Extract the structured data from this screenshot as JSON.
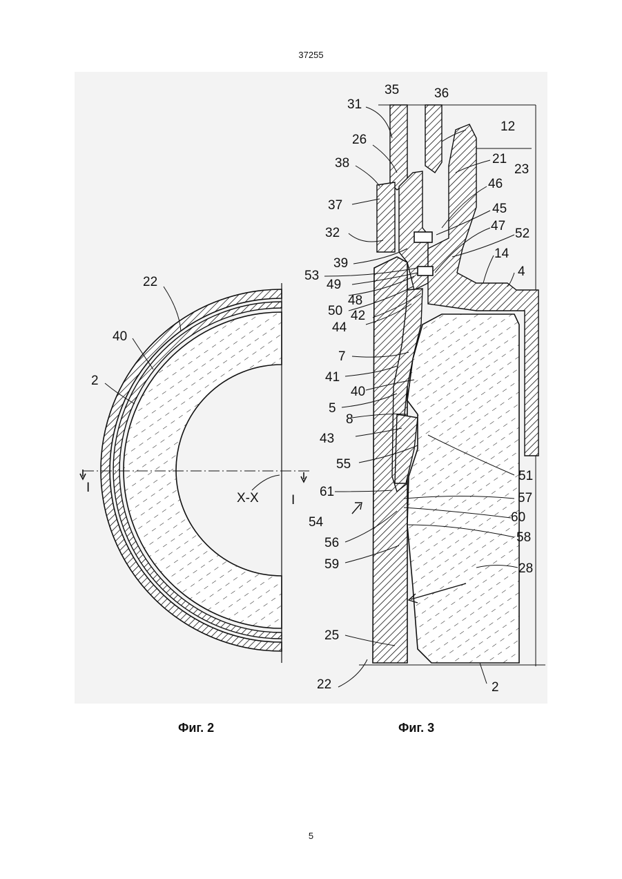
{
  "document": {
    "header_number": "37255",
    "page_number": "5"
  },
  "figures": {
    "fig2": {
      "caption": "Фиг. 2",
      "labels": {
        "l22": "22",
        "l40": "40",
        "l2": "2",
        "axis": "X-X",
        "sect_left": "I",
        "sect_right": "I"
      }
    },
    "fig3": {
      "caption": "Фиг. 3",
      "labels": {
        "l35": "35",
        "l36": "36",
        "l31": "31",
        "l12": "12",
        "l26": "26",
        "l21": "21",
        "l38": "38",
        "l23": "23",
        "l46": "46",
        "l37": "37",
        "l45": "45",
        "l32": "32",
        "l47": "47",
        "l52": "52",
        "l39": "39",
        "l14": "14",
        "l4": "4",
        "l53": "53",
        "l49": "49",
        "l48": "48",
        "l50": "50",
        "l42": "42",
        "l44": "44",
        "l7": "7",
        "l41": "41",
        "l40": "40",
        "l5": "5",
        "l8": "8",
        "l43": "43",
        "l55": "55",
        "l51": "51",
        "l61": "61",
        "l57": "57",
        "l54": "54",
        "l60": "60",
        "l56": "56",
        "l58": "58",
        "l59": "59",
        "l28": "28",
        "l25": "25",
        "l22": "22",
        "l2": "2"
      }
    }
  }
}
